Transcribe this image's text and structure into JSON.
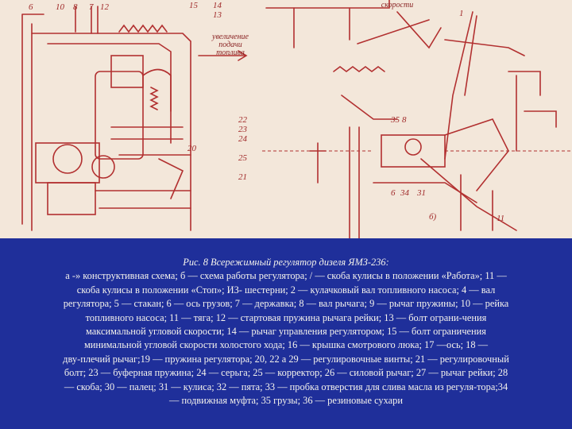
{
  "figure": {
    "title": "Рис. 8 Всережимный регулятор дизеля ЯМЗ-236:",
    "lines": [
      "а -» конструктивная схема; б — схема работы регулятора; / — скоба кулисы в положении «Работа»; 11 —",
      "скоба кулисы в положении «Стоп»; ИЗ- шестерни; 2 — кулачковый вал топливного насоса; 4 — вал",
      "регулятора; 5 — стакан; 6 — ось грузов; 7 — державка; 8 — вал рычага; 9 — рычаг пружины; 10 — рейка",
      "топливного насоса; 11 — тяга; 12 — стартовая пружина рычага рейки; 13 — болт ограни-чения",
      "максимальной угловой скорости; 14 — рычаг управления регулятором; 15 — болт ограничения",
      "минимальной угловой скорости холостого хода; 16 — крышка смотрового люка; 17 —ось; 18 —",
      "дву-плечий рычаг;19 — пружина регулятора; 20, 22 а 29 — регулировочные винты; 21 — регулировочный",
      "болт; 23 — буферная пружина; 24 — серьга; 25 — корректор; 26 — силовой рычаг; 27 — рычаг рейки; 28",
      "— скоба; 30 — палец; 31 — кулиса; 32 — пята; 33 — пробка отверстия для слива масла из регуля-тора;34",
      "— подвижная муфта;  35  грузы; 36 — резиновые сухари"
    ]
  },
  "drawing": {
    "labels": [
      "6",
      "10",
      "8",
      "7",
      "12",
      "15",
      "14",
      "13",
      "22",
      "23",
      "24",
      "20",
      "25",
      "21",
      "35",
      "8",
      "6",
      "34",
      "31",
      "1",
      "11",
      "б)"
    ],
    "notes": {
      "increase": [
        "увеличение",
        "подачи",
        "топлива"
      ],
      "speed": "скорости"
    }
  }
}
